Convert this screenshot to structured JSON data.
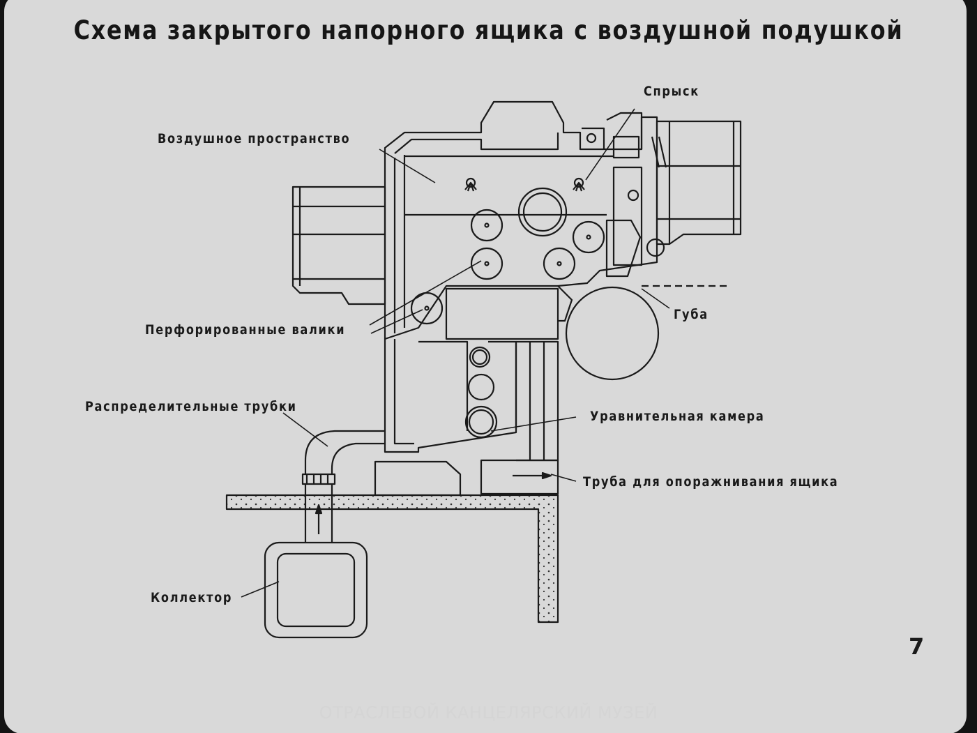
{
  "title": "Схема закрытого напорного ящика с воздушной подушкой",
  "labels": {
    "sprysk": "Спрыск",
    "air_space": "Воздушное пространство",
    "lip": "Губа",
    "perforated_rolls": "Перфорированные валики",
    "distribution_tubes": "Распределительные трубки",
    "equalizing_chamber": "Уравнительная камера",
    "drain_pipe": "Труба для опоражнивания ящика",
    "collector": "Коллектор"
  },
  "page_number": "7",
  "watermark": "ОТРАСЛЕВОЙ КАНЦЕЛЯРСКИЙ МУЗЕЙ",
  "colors": {
    "background": "#d9d9d9",
    "ink": "#1a1a1a",
    "outer_frame": "#141414"
  }
}
